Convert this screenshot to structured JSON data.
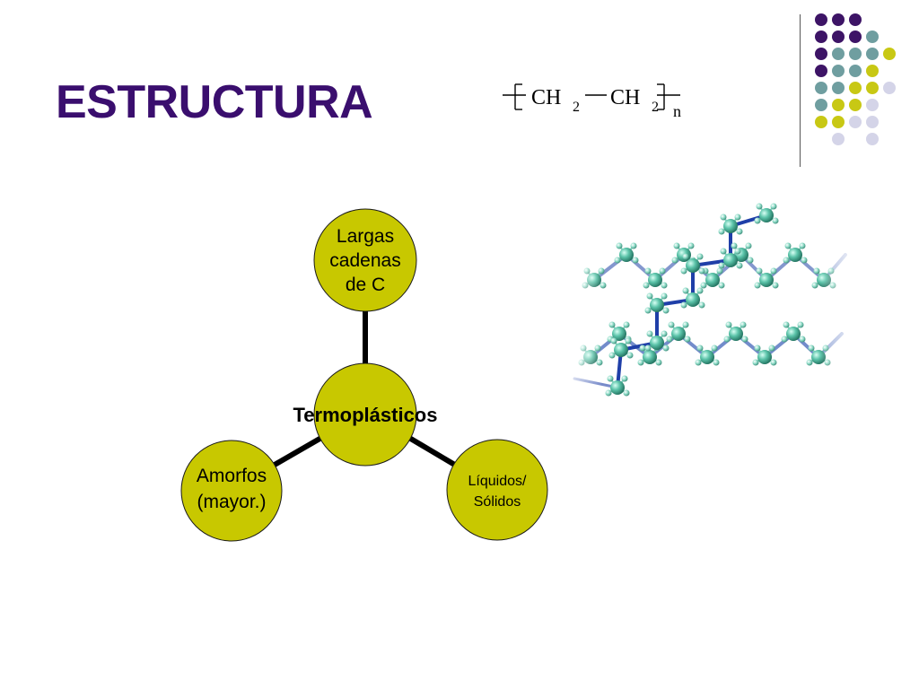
{
  "title": "ESTRUCTURA",
  "formula": {
    "unit_left": "CH",
    "unit_right": "CH",
    "subscript": "2",
    "repeat": "n"
  },
  "diagram": {
    "center": "Termoplásticos",
    "top": [
      "Largas",
      "cadenas",
      "de C"
    ],
    "left": [
      "Amorfos",
      "(mayor.)"
    ],
    "right": [
      "Líquidos/",
      "Sólidos"
    ]
  },
  "colors": {
    "title": "#3a0e6e",
    "node_fill": "#c8c800",
    "node_stroke": "#1a1a1a",
    "dot_purple": "#3d1466",
    "dot_teal": "#6f9ea0",
    "dot_yellow": "#c8c814",
    "dot_lavender": "#d4d4e8",
    "bond_blue": "#1f3fa8",
    "atom_teal": "#3fae96"
  },
  "icons": {
    "decoration": "dot-grid-icon",
    "molecule": "polyethylene-molecule-icon"
  }
}
